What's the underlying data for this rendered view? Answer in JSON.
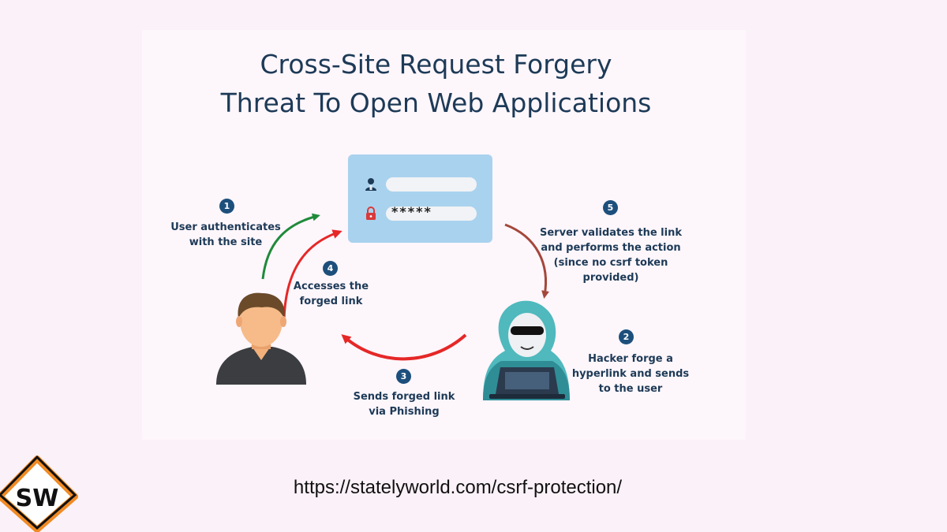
{
  "title": {
    "line1": "Cross-Site Request Forgery",
    "line2": "Threat To Open Web Applications"
  },
  "login_card": {
    "password_mask": "*****"
  },
  "steps": [
    {
      "number": "1",
      "lines": [
        "User authenticates",
        "with the site"
      ]
    },
    {
      "number": "2",
      "lines": [
        "Hacker forge a",
        "hyperlink and sends",
        "to the user"
      ]
    },
    {
      "number": "3",
      "lines": [
        "Sends forged link",
        "via Phishing"
      ]
    },
    {
      "number": "4",
      "lines": [
        "Accesses the",
        "forged link"
      ]
    },
    {
      "number": "5",
      "lines": [
        "Server validates the link",
        "and performs the action",
        "(since no csrf token",
        "provided)"
      ]
    }
  ],
  "url": "https://statelyworld.com/csrf-protection/",
  "logo": {
    "text": "SW"
  },
  "colors": {
    "title": "#1d3a57",
    "badge": "#1d4f7c",
    "arrow_auth": "#1f8a3a",
    "arrow_attack": "#e62727",
    "arrow_server": "#a4473a",
    "card": "#a9d2ee",
    "logo_orange": "#f08a24"
  }
}
